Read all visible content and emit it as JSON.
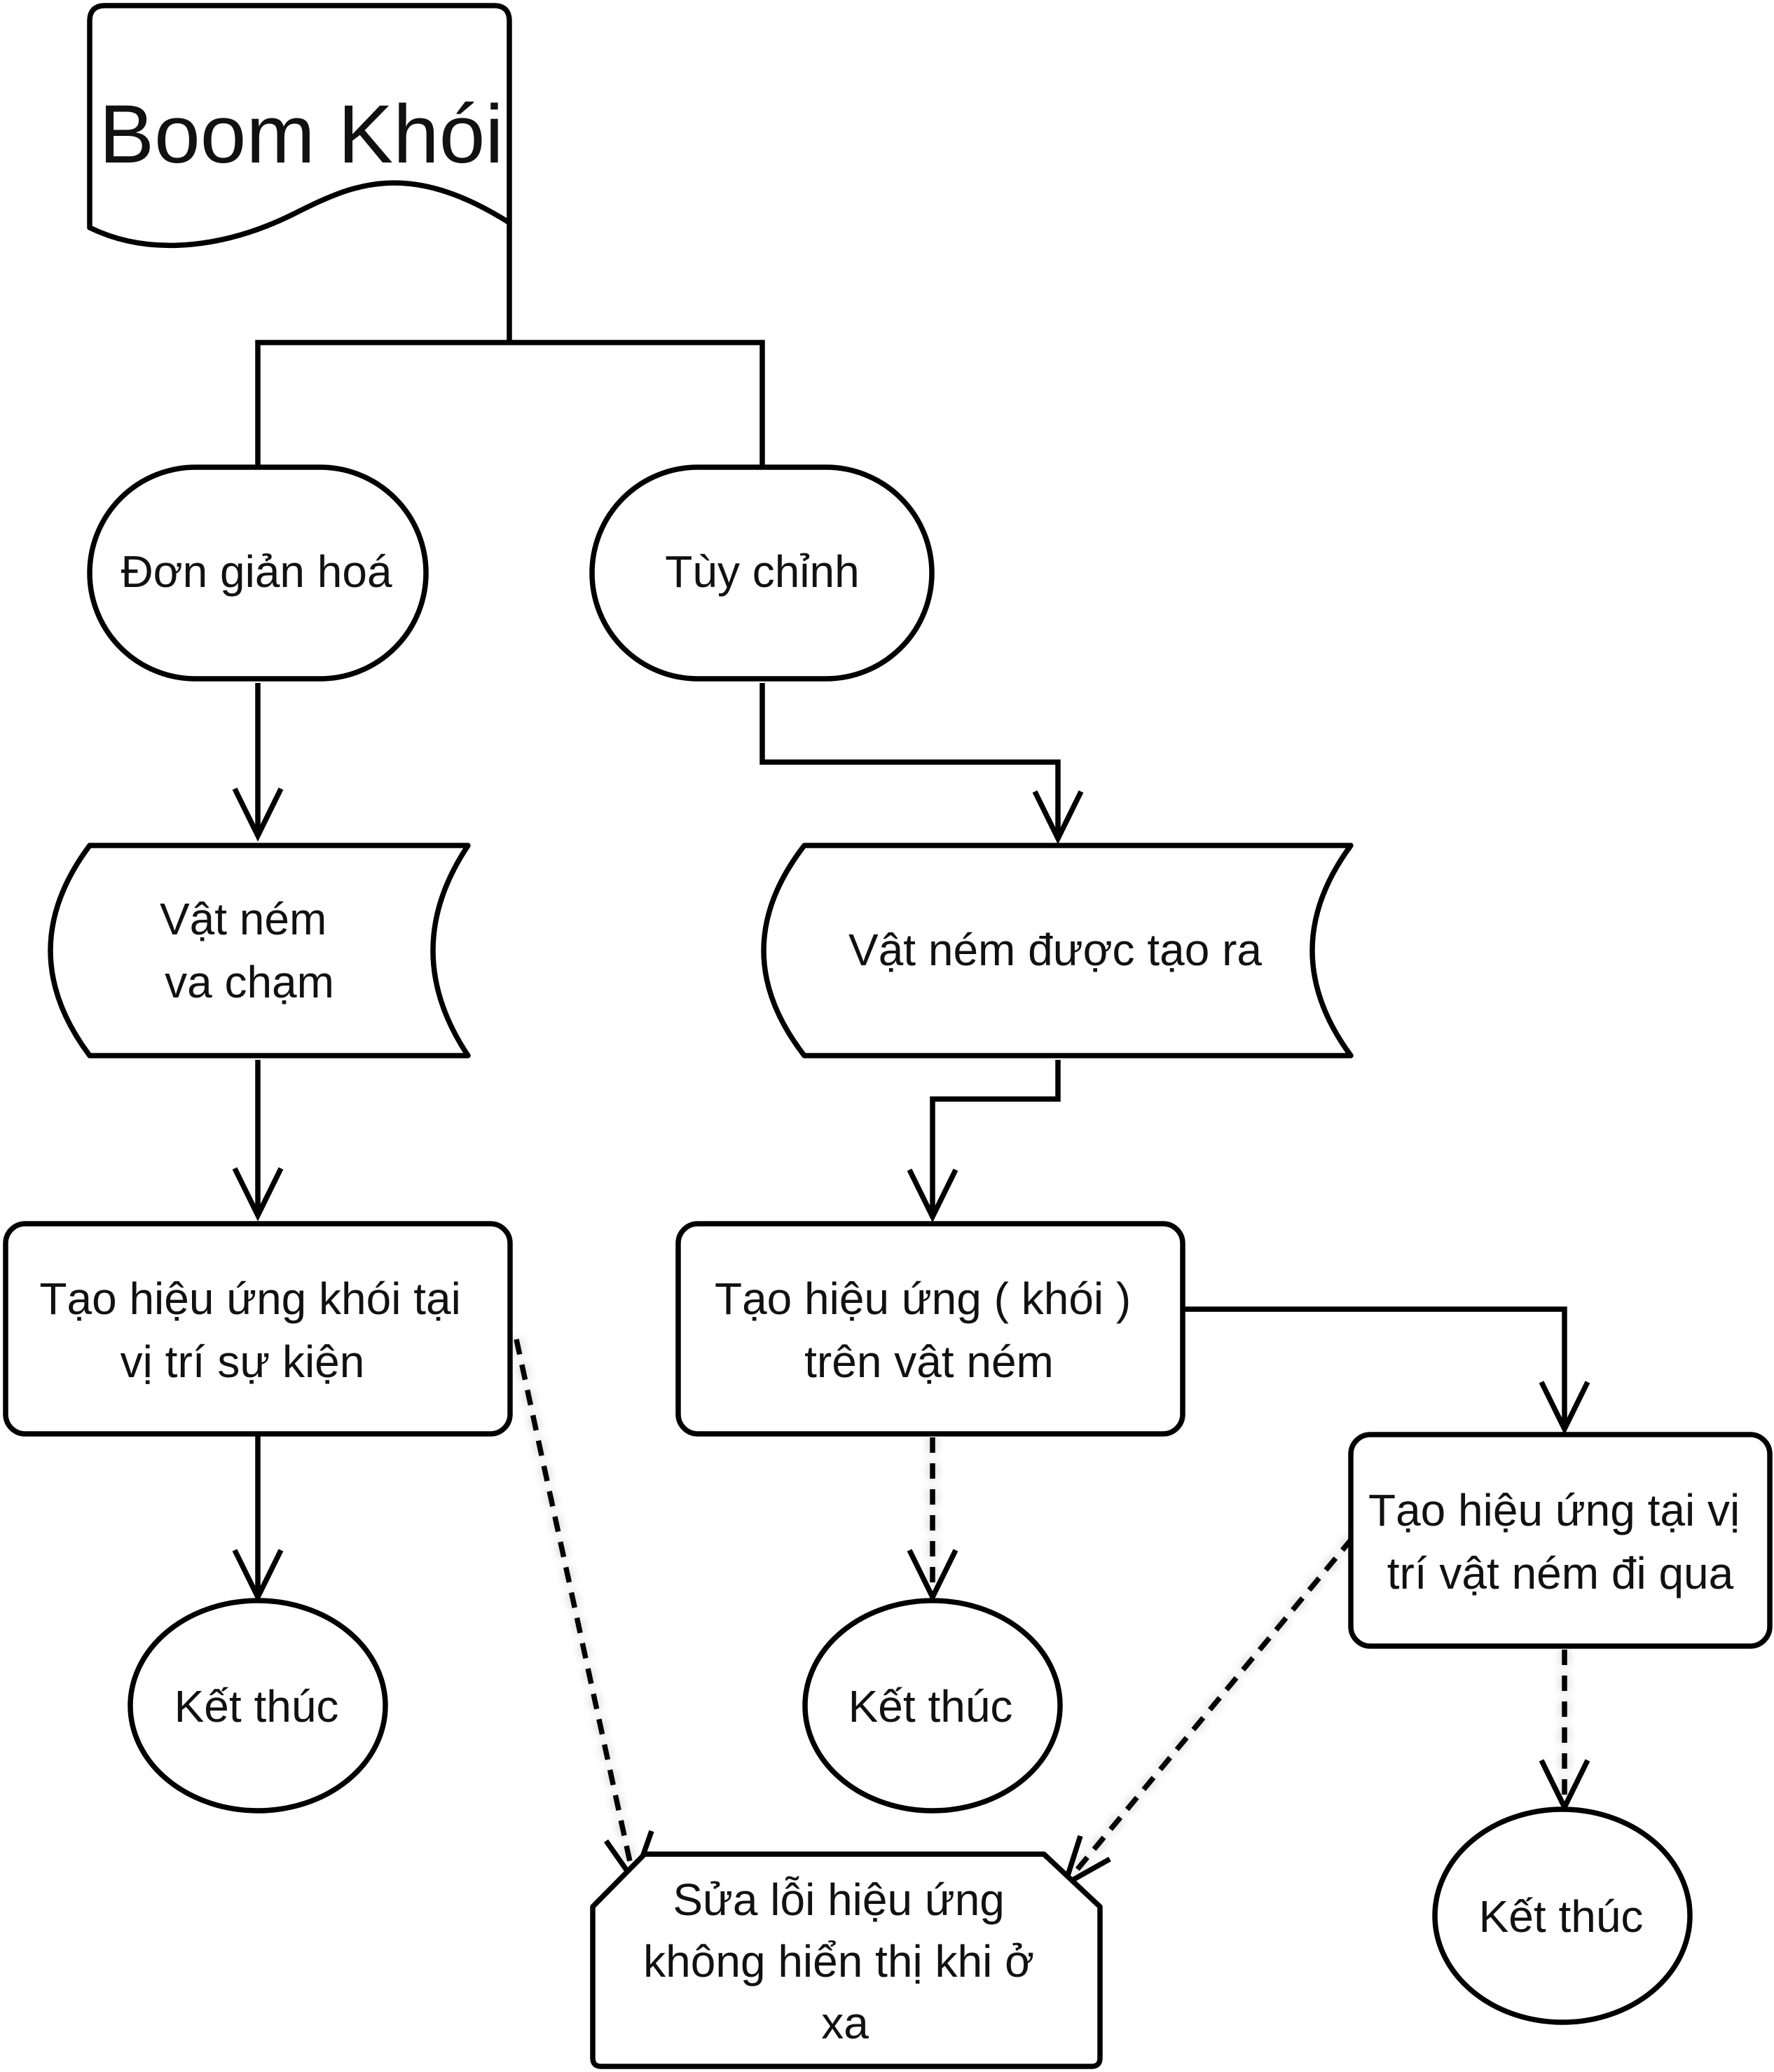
{
  "diagram": {
    "title": "Boom Khói",
    "nodes": {
      "simplify": "Đơn giản hoá",
      "custom": "Tùy chỉnh",
      "projectile_collision": [
        "Vật ném",
        "va chạm"
      ],
      "projectile_created": "Vật ném được tạo ra",
      "smoke_at_event": [
        "Tạo hiệu ứng khói tại",
        "vị trí sự kiện"
      ],
      "effect_on_projectile": [
        "Tạo hiệu ứng ( khói )",
        "trên vật ném"
      ],
      "effect_along_path": [
        "Tạo hiệu ứng tại vị",
        "trí vật ném đi qua"
      ],
      "end_1": "Kết thúc",
      "end_2": "Kết thúc",
      "end_3": "Kết thúc",
      "fix_far_visibility": [
        "Sửa lỗi hiệu ứng",
        "không hiển thị khi ở",
        "xa"
      ]
    },
    "edges": [
      {
        "from": "title",
        "to": "simplify",
        "style": "solid"
      },
      {
        "from": "title",
        "to": "custom",
        "style": "solid"
      },
      {
        "from": "simplify",
        "to": "projectile_collision",
        "style": "solid"
      },
      {
        "from": "custom",
        "to": "projectile_created",
        "style": "solid"
      },
      {
        "from": "projectile_collision",
        "to": "smoke_at_event",
        "style": "solid"
      },
      {
        "from": "projectile_created",
        "to": "effect_on_projectile",
        "style": "solid"
      },
      {
        "from": "smoke_at_event",
        "to": "end_1",
        "style": "solid"
      },
      {
        "from": "effect_on_projectile",
        "to": "effect_along_path",
        "style": "solid"
      },
      {
        "from": "effect_on_projectile",
        "to": "end_2",
        "style": "dashed"
      },
      {
        "from": "effect_along_path",
        "to": "end_3",
        "style": "dashed"
      },
      {
        "from": "smoke_at_event",
        "to": "fix_far_visibility",
        "style": "dashed"
      },
      {
        "from": "effect_along_path",
        "to": "fix_far_visibility",
        "style": "dashed"
      }
    ]
  }
}
